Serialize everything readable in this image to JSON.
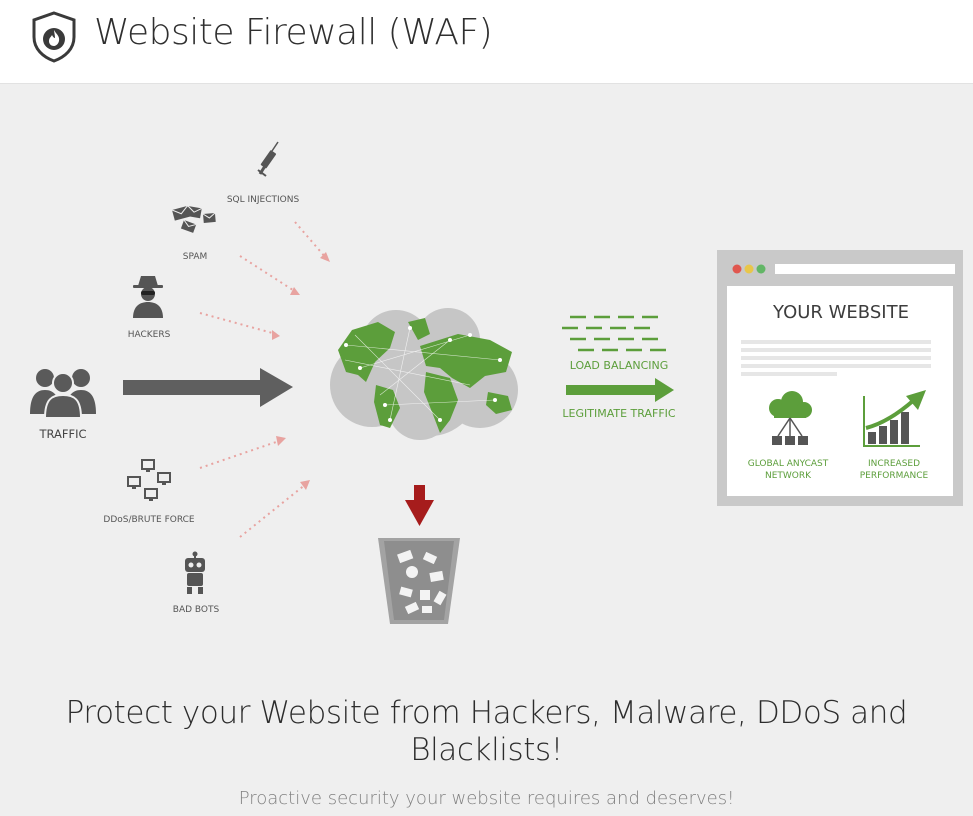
{
  "header": {
    "title": "Website Firewall (WAF)",
    "logo_icon": "shield-flame-icon"
  },
  "diagram": {
    "threats": [
      {
        "label": "SQL INJECTIONS",
        "icon": "syringe-icon"
      },
      {
        "label": "SPAM",
        "icon": "envelopes-icon"
      },
      {
        "label": "HACKERS",
        "icon": "hacker-icon"
      },
      {
        "label": "DDoS/BRUTE FORCE",
        "icon": "monitors-icon"
      },
      {
        "label": "BAD BOTS",
        "icon": "robot-icon"
      }
    ],
    "traffic_label": "TRAFFIC",
    "load_balancing_label": "LOAD BALANCING",
    "legitimate_traffic_label": "LEGITIMATE TRAFFIC",
    "website": {
      "title": "YOUR WEBSITE",
      "anycast_label": "GLOBAL ANYCAST NETWORK",
      "performance_label": "INCREASED PERFORMANCE"
    },
    "colors": {
      "green": "#5c9e3b",
      "gray_arrow": "#5f5f5f",
      "red_arrow": "#a61c1c",
      "dotted": "#e8a3a0"
    }
  },
  "hero": {
    "headline": "Protect your Website from Hackers, Malware, DDoS and Blacklists!",
    "subline": "Proactive security your website requires and deserves!"
  }
}
